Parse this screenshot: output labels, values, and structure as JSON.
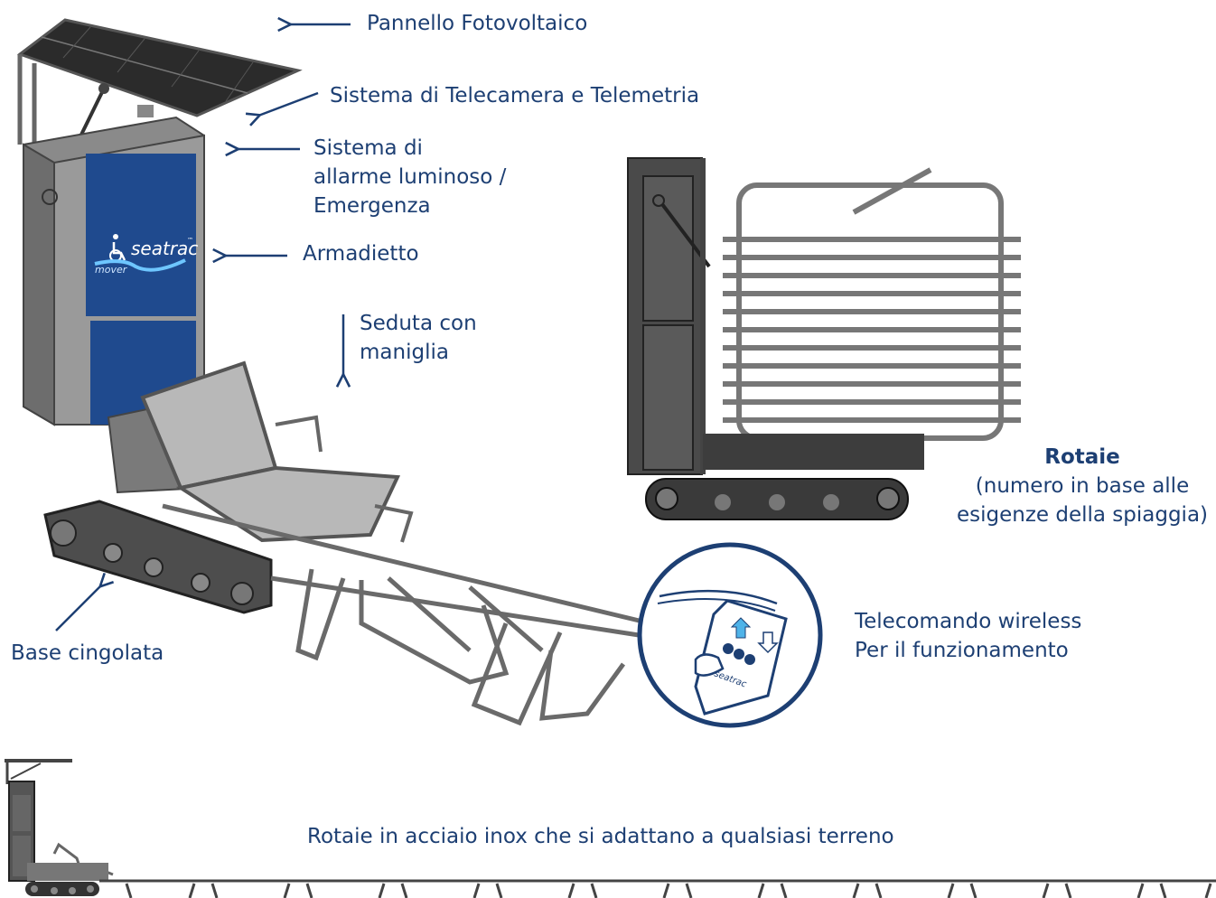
{
  "labels": {
    "pannello": "Pannello Fotovoltaico",
    "telecamera": "Sistema di Telecamera e Telemetria",
    "allarme": [
      "Sistema di",
      "allarme luminoso /",
      "Emergenza"
    ],
    "armadietto": "Armadietto",
    "seduta": [
      "Seduta con",
      "maniglia"
    ],
    "rotaie_title": "Rotaie",
    "rotaie_sub": [
      "(numero in base alle",
      "esigenze della spiaggia)"
    ],
    "telecomando": [
      "Telecomando wireless",
      "Per il funzionamento"
    ],
    "base": "Base cingolata",
    "rotaie_inox": "Rotaie in acciaio inox che si adattano a qualsiasi terreno"
  },
  "brand": {
    "name": "seatrac",
    "tm": "™",
    "sub": "mover",
    "remote_brand": "seatrac"
  },
  "colors": {
    "label": "#1d3f73",
    "panel_blue": "#1f4a8e",
    "steel": "#6e6e6e",
    "steel_dark": "#3c3c3c"
  },
  "icons": [
    "arrow-left-icon",
    "arrow-down-icon",
    "arrow-up-right-icon",
    "wheelchair-icon",
    "arrow-up-icon",
    "arrow-down-outline-icon"
  ]
}
